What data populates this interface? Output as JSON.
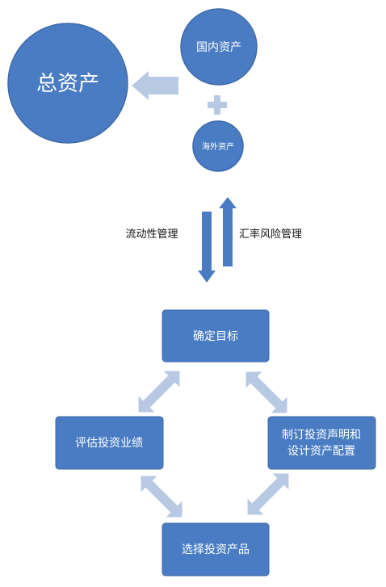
{
  "colors": {
    "node_fill": "#4a7cc4",
    "node_stroke": "#3f6aa8",
    "arrow_light": "#b8c9e4",
    "arrow_dark": "#4a7cc4",
    "text_on_node": "#ffffff",
    "text_label": "#111111",
    "background": "#ffffff"
  },
  "top": {
    "total_assets": "总资产",
    "domestic_assets": "国内资产",
    "overseas_assets": "海外资产",
    "plus_icon": "plus-icon",
    "merge_arrow_icon": "left-arrow-icon"
  },
  "middle": {
    "left_label": "流动性管理",
    "right_label": "汇率风险管理",
    "down_arrow_icon": "down-arrow-icon",
    "up_arrow_icon": "up-arrow-icon"
  },
  "cycle": {
    "top": "确定目标",
    "right_line1": "制订投资声明和",
    "right_line2": "设计资产配置",
    "bottom": "选择投资产品",
    "left": "评估投资业绩",
    "connector_icon": "double-headed-arrow-icon"
  }
}
